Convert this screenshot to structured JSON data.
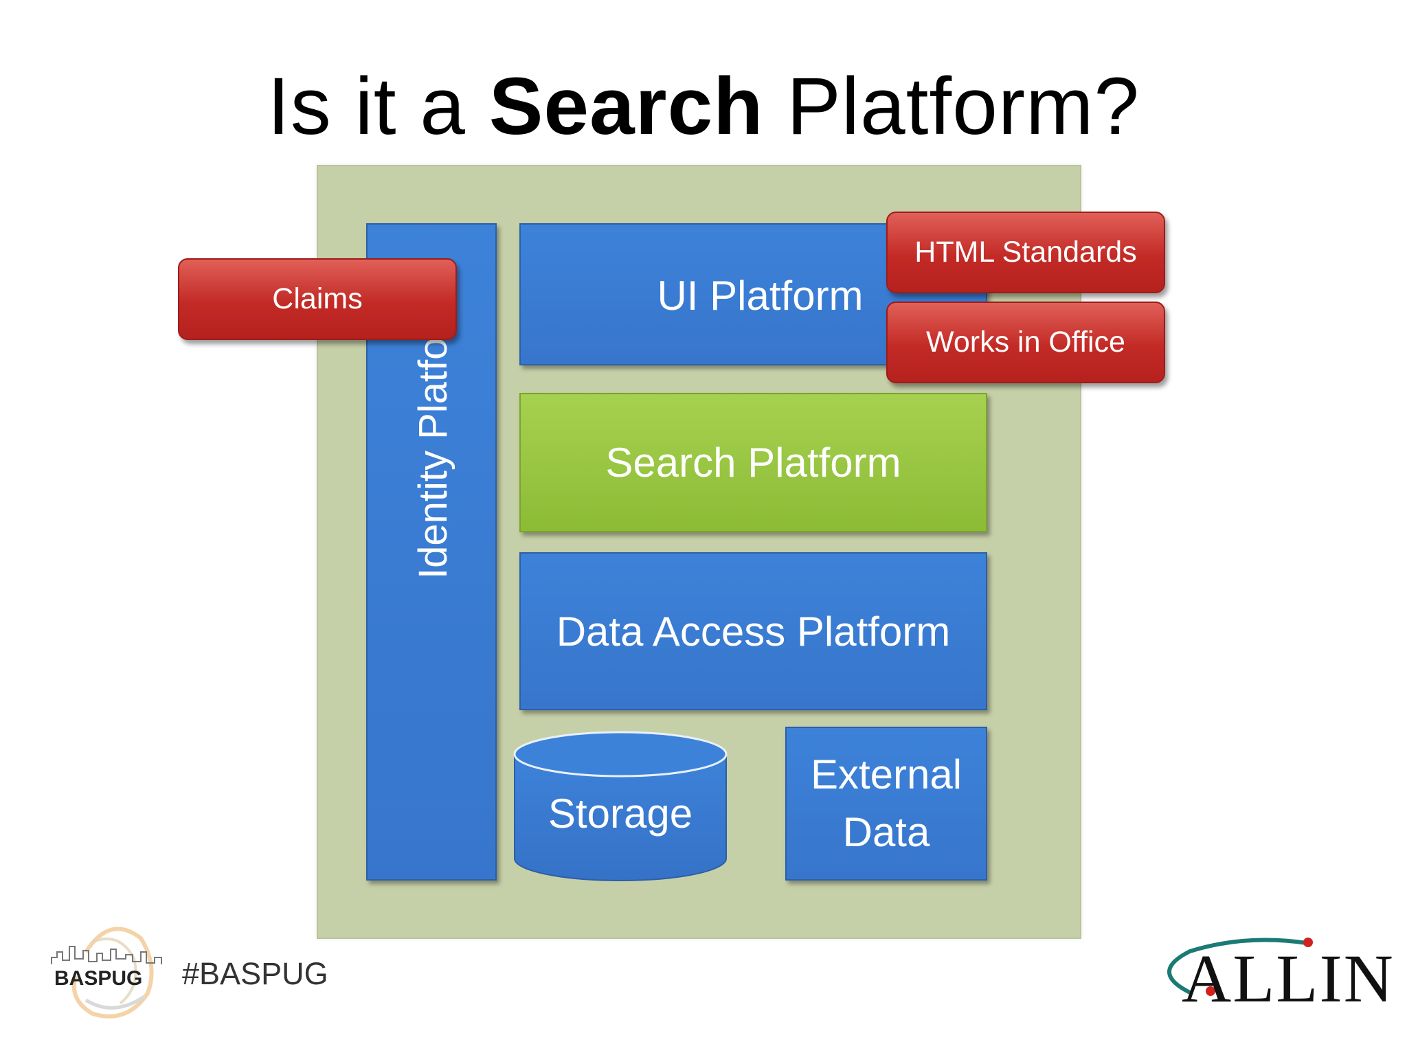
{
  "slide": {
    "title_prefix": "Is it a ",
    "title_bold": "Search",
    "title_suffix": " Platform?"
  },
  "diagram": {
    "identity_platform": "Identity Platform",
    "ui_platform": "UI Platform",
    "search_platform": "Search Platform",
    "data_access_platform": "Data Access Platform",
    "storage": "Storage",
    "external_data_line1": "External",
    "external_data_line2": "Data",
    "claims": "Claims",
    "html_standards": "HTML Standards",
    "works_in_office": "Works in Office"
  },
  "footer": {
    "baspug_logo": "BASPUG",
    "hashtag": "#BASPUG",
    "allin_logo": "ALLIN"
  },
  "colors": {
    "panel": "#c6d0a8",
    "blue": "#3a7bd5",
    "green": "#9bc746",
    "red": "#c9302c"
  }
}
